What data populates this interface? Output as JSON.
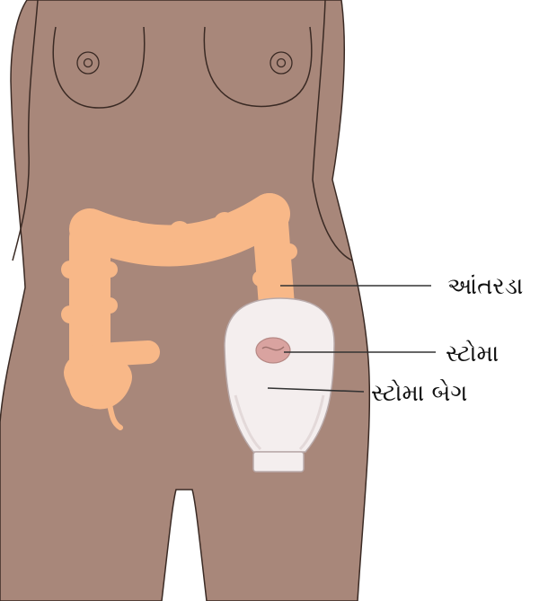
{
  "labels": {
    "colon": "આંતરડા",
    "stoma": "સ્ટોમા",
    "stoma_bag": "સ્ટોમા બેગ"
  },
  "colors": {
    "skin": "#a8877a",
    "outline": "#3a2a24",
    "colon": "#f8b888",
    "bag": "#f4eeee",
    "stoma": "#d9a3a0",
    "leader_line": "#333333",
    "background": "#ffffff"
  }
}
